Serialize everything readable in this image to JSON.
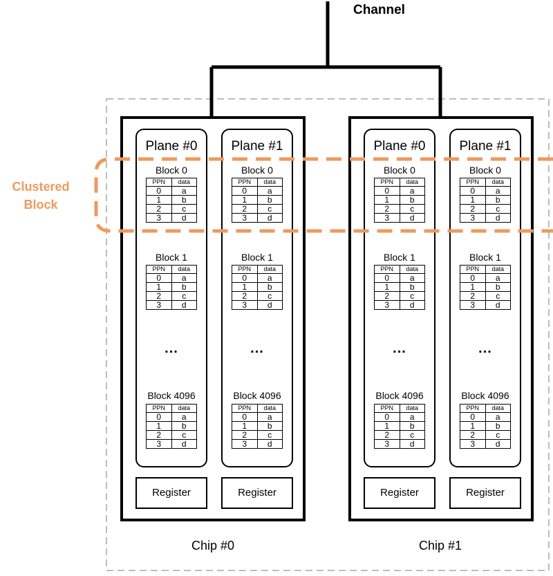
{
  "channel_label": "Channel",
  "cluster_label_line1": "Clustered",
  "cluster_label_line2": "Block",
  "colors": {
    "accent": "#ED9A5E",
    "line": "#000000",
    "outer_dash": "#BDBDBD"
  },
  "table_header": [
    "PPN",
    "data"
  ],
  "table_rows": [
    [
      "0",
      "a"
    ],
    [
      "1",
      "b"
    ],
    [
      "2",
      "c"
    ],
    [
      "3",
      "d"
    ]
  ],
  "ellipsis": "...",
  "chips": [
    {
      "label": "Chip #0",
      "planes": [
        {
          "title": "Plane #0",
          "blocks": [
            "Block 0",
            "Block 1",
            "Block 4096"
          ],
          "register": "Register"
        },
        {
          "title": "Plane #1",
          "blocks": [
            "Block 0",
            "Block 1",
            "Block 4096"
          ],
          "register": "Register"
        }
      ]
    },
    {
      "label": "Chip #1",
      "planes": [
        {
          "title": "Plane #0",
          "blocks": [
            "Block 0",
            "Block 1",
            "Block 4096"
          ],
          "register": "Register"
        },
        {
          "title": "Plane #1",
          "blocks": [
            "Block 0",
            "Block 1",
            "Block 4096"
          ],
          "register": "Register"
        }
      ]
    }
  ]
}
